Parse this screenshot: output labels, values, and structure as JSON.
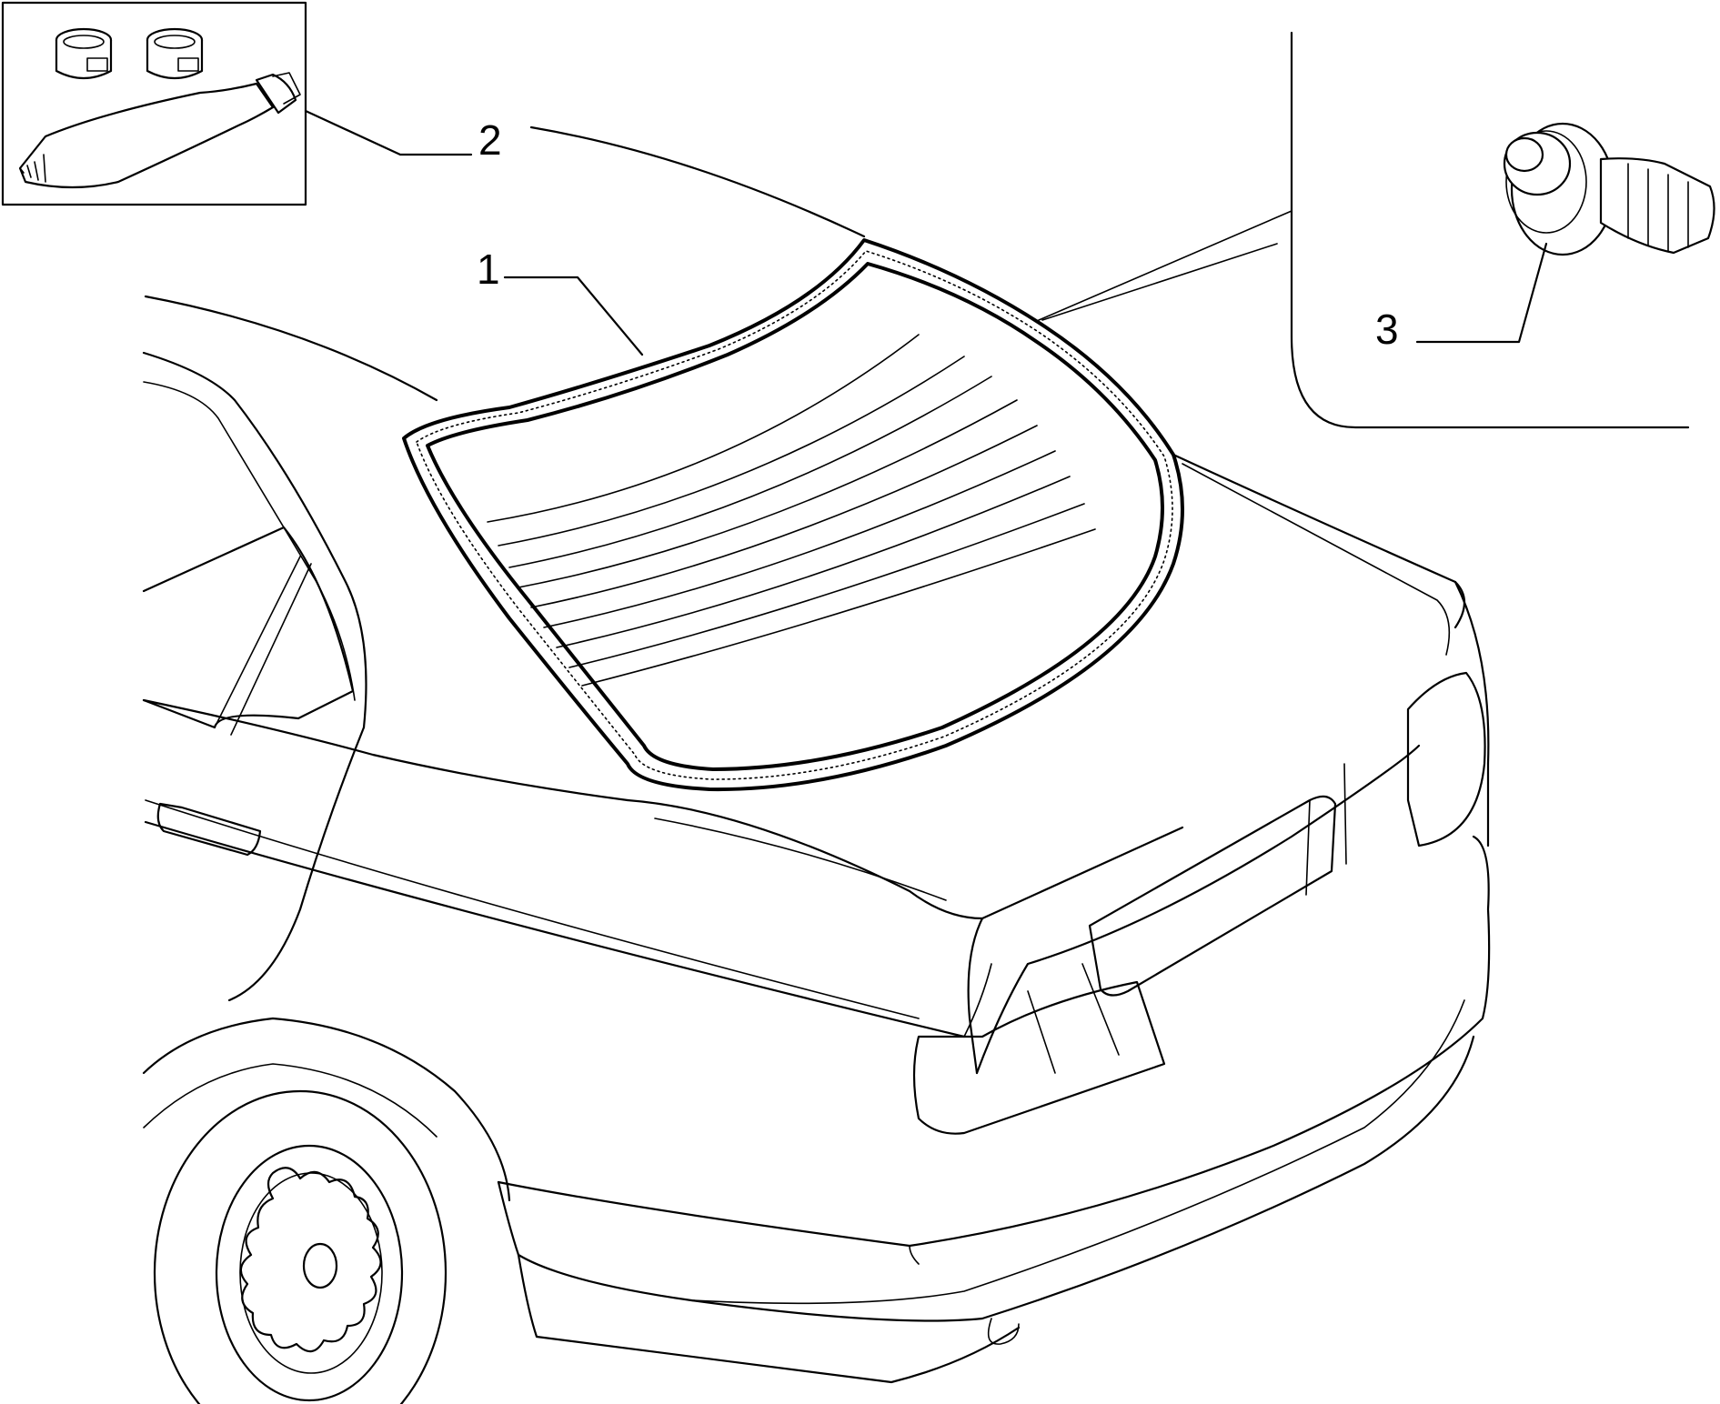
{
  "callouts": [
    {
      "number": "1"
    },
    {
      "number": "2"
    },
    {
      "number": "3"
    }
  ],
  "colors": {
    "line": "#000000",
    "background": "#ffffff"
  },
  "icons": [
    "adhesive-jar-icon",
    "adhesive-tube-icon",
    "clip-fastener-icon"
  ]
}
